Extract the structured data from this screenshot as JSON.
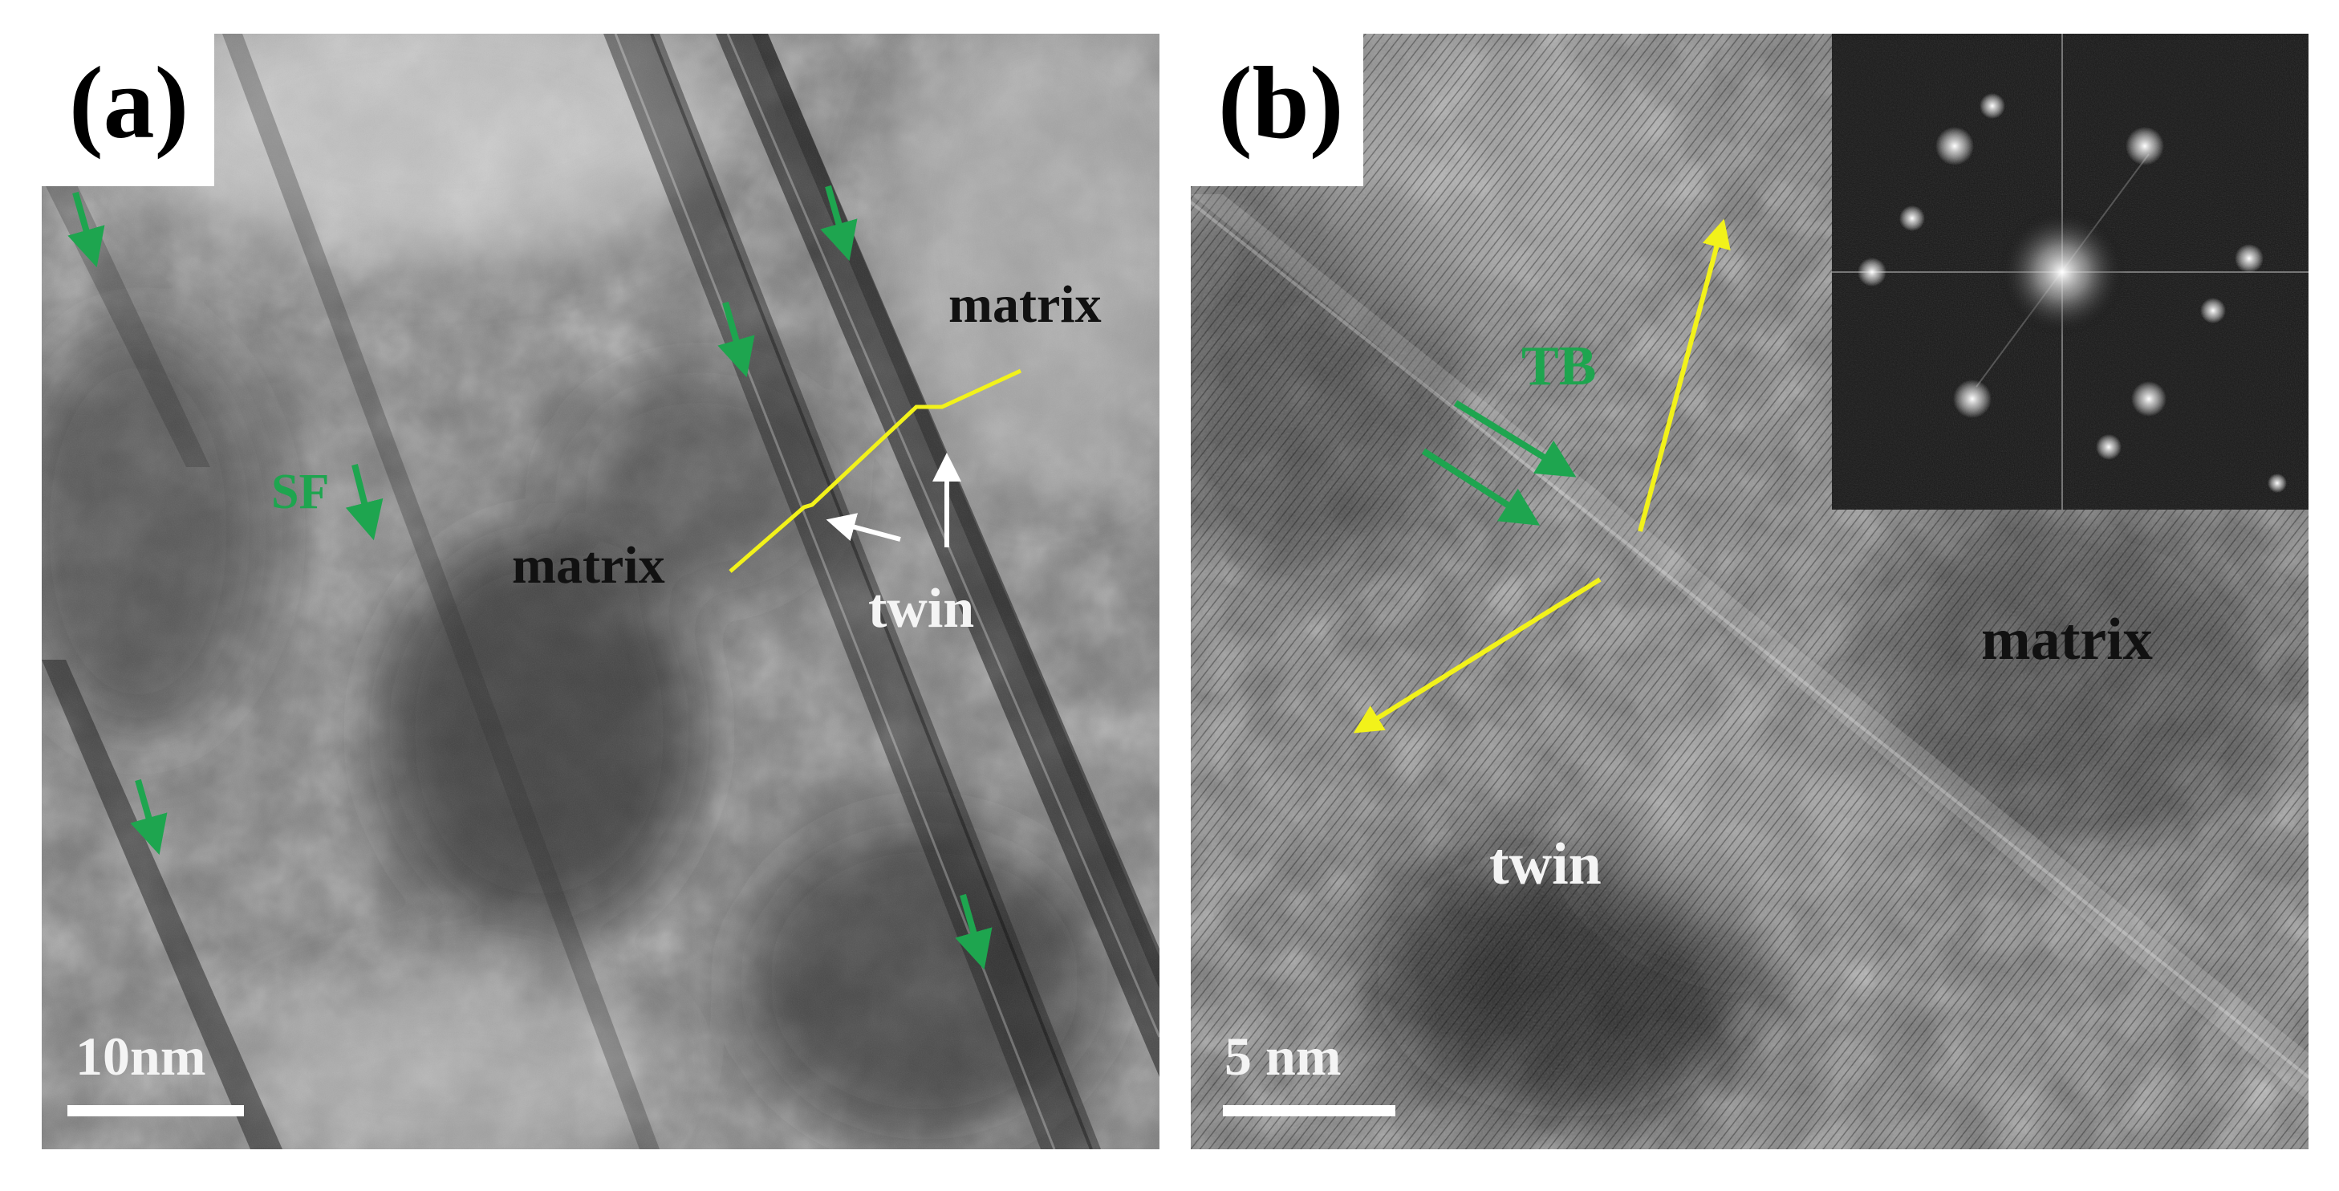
{
  "panels": {
    "a": {
      "label": "(a)",
      "matrix_top": "matrix",
      "matrix_center": "matrix",
      "twin": "twin",
      "sf": "SF",
      "scale": "10nm"
    },
    "b": {
      "label": "(b)",
      "tb": "TB",
      "matrix": "matrix",
      "twin": "twin",
      "scale": "5 nm"
    }
  },
  "colors": {
    "arrow_green": "#1ea54f",
    "trace_yellow": "#f2f21a",
    "arrow_white": "#ffffff",
    "label_dark": "#111111",
    "label_light": "#f4f4f4"
  }
}
